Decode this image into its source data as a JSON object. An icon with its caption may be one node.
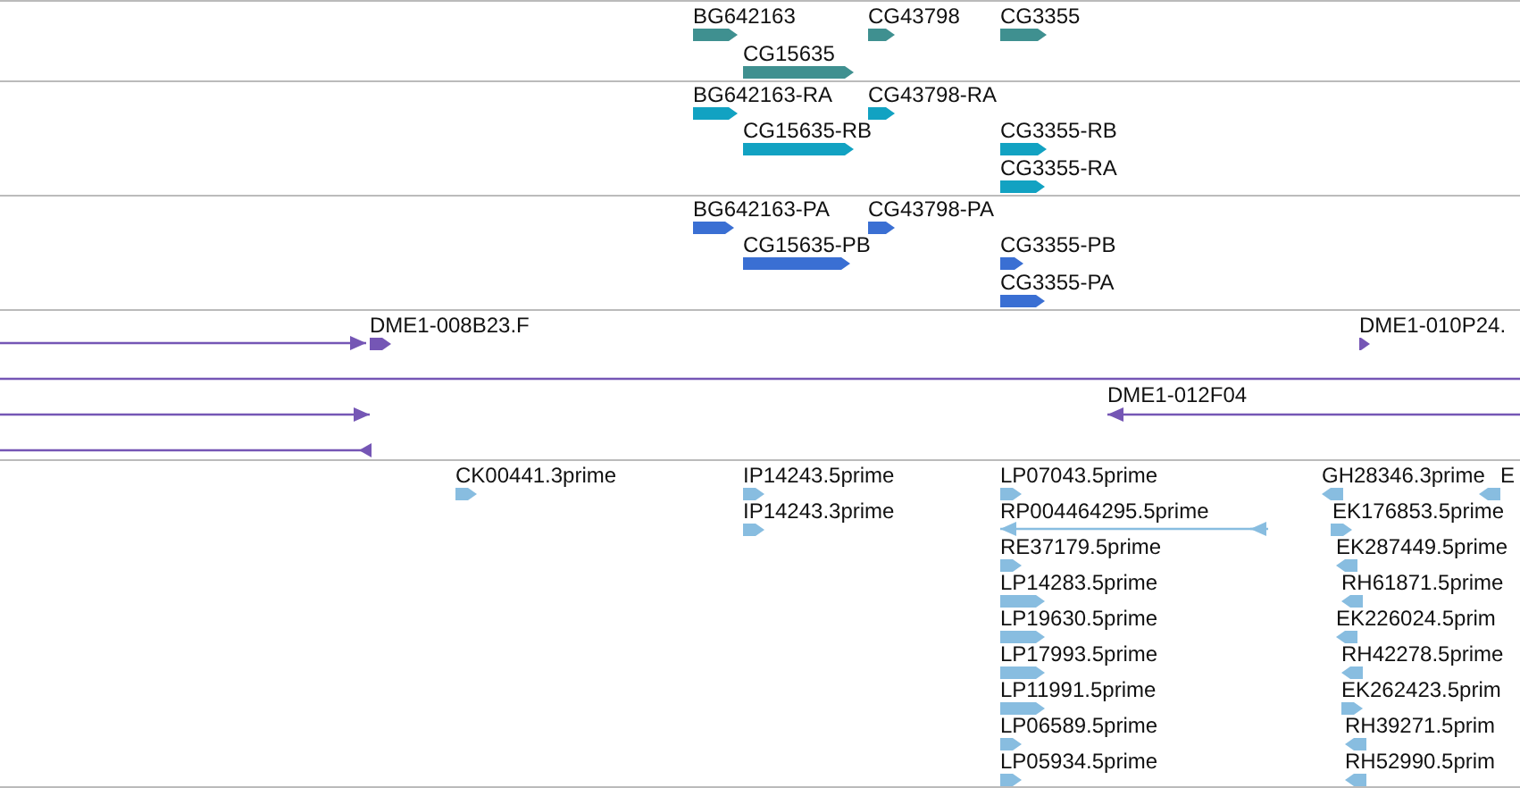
{
  "diagram": {
    "labels": [
      "BG642163",
      "CG43798",
      "CG3355",
      "CG15635",
      "BG642163-RA",
      "CG43798-RA",
      "CG15635-RB",
      "CG3355-RB",
      "CG3355-RA",
      "BG642163-PA",
      "CG43798-PA",
      "CG15635-PB",
      "CG3355-PB",
      "CG3355-PA",
      "DME1-008B23.F",
      "DME1-010P24.",
      "DME1-012F04",
      "CK00441.3prime",
      "IP14243.5prime",
      "LP07043.5prime",
      "GH28346.3prime",
      "E",
      "IP14243.3prime",
      "RP004464295.5prime",
      "EK176853.5prime",
      "RE37179.5prime",
      "EK287449.5prime",
      "LP14283.5prime",
      "RH61871.5prime",
      "LP19630.5prime",
      "EK226024.5prim",
      "LP17993.5prime",
      "RH42278.5prime",
      "LP11991.5prime",
      "EK262423.5prim",
      "LP06589.5prime",
      "RH39271.5prim",
      "LP05934.5prime",
      "RH52990.5prim"
    ]
  }
}
